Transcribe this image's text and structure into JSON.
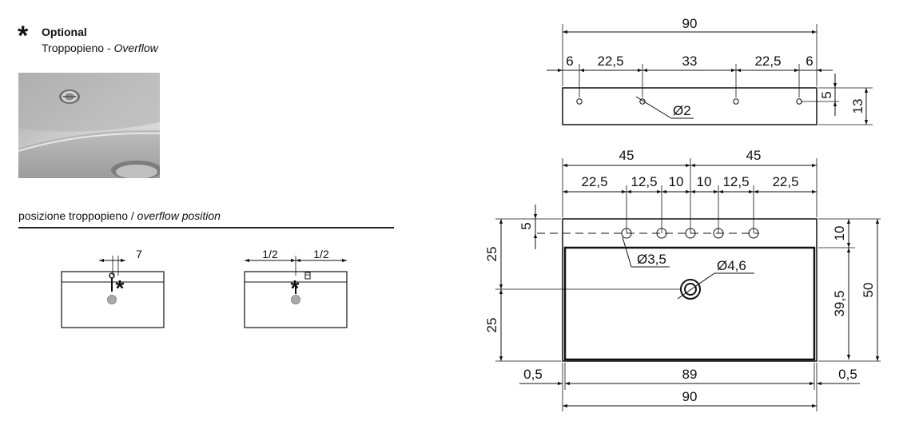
{
  "legend": {
    "star": "*",
    "title": "Optional",
    "subtitle_it": "Troppopieno - ",
    "subtitle_en": "Overflow"
  },
  "photo": {
    "icon": "overflow-photo-icon"
  },
  "overflow_position": {
    "heading_it": "posizione troppopieno / ",
    "heading_en": "overflow position",
    "left_variant": {
      "offset_label": "7",
      "star": "*"
    },
    "right_variant": {
      "half_left": "1/2",
      "half_right": "1/2",
      "star": "*"
    }
  },
  "side_view": {
    "total_width": "90",
    "segments": [
      "6",
      "22,5",
      "33",
      "22,5",
      "6"
    ],
    "hole_label": "Ø2",
    "height_small": "5",
    "height_total": "13"
  },
  "top_view": {
    "halves": [
      "45",
      "45"
    ],
    "segments": [
      "22,5",
      "12,5",
      "10",
      "10",
      "12,5",
      "22,5"
    ],
    "tap_hole_label": "Ø3,5",
    "drain_label": "Ø4,6",
    "left_offset_top": "5",
    "left_upper": "25",
    "left_lower": "25",
    "right_upper": "10",
    "right_basin": "39,5",
    "right_total": "50",
    "inner_width": "89",
    "outer_width": "90",
    "margin_left": "0,5",
    "margin_right": "0,5"
  }
}
